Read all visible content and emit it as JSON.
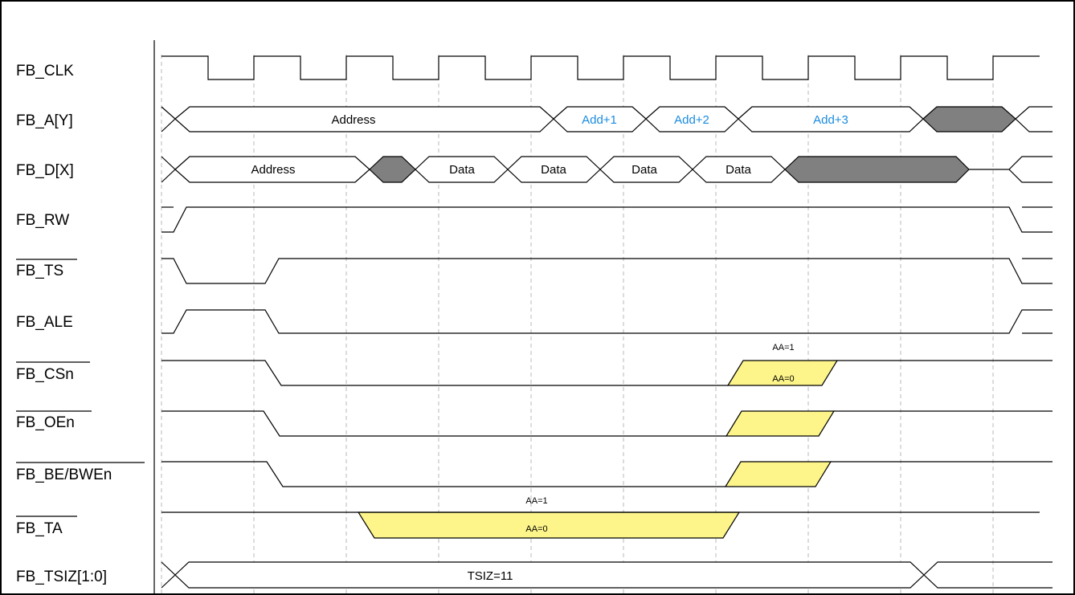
{
  "signals": [
    {
      "id": "clk",
      "label": "FB_CLK",
      "overbar": false
    },
    {
      "id": "addr",
      "label": "FB_A[Y]",
      "overbar": false
    },
    {
      "id": "data",
      "label": "FB_D[X]",
      "overbar": false
    },
    {
      "id": "rw",
      "label": "FB_RW",
      "overbar": false
    },
    {
      "id": "ts",
      "label": "FB_TS",
      "overbar": true
    },
    {
      "id": "ale",
      "label": "FB_ALE",
      "overbar": false
    },
    {
      "id": "cs",
      "label": "FB_CSn",
      "overbar": true
    },
    {
      "id": "oe",
      "label": "FB_OEn",
      "overbar": true
    },
    {
      "id": "be",
      "label": "FB_BE/BWEn",
      "overbar": true
    },
    {
      "id": "ta",
      "label": "FB_TA",
      "overbar": true
    },
    {
      "id": "tsiz",
      "label": "FB_TSIZ[1:0]",
      "overbar": false
    }
  ],
  "address_bus": [
    "Address",
    "Add+1",
    "Add+2",
    "Add+3"
  ],
  "data_bus": [
    "Address",
    "Data",
    "Data",
    "Data",
    "Data"
  ],
  "annotations": {
    "cs_aa1": "AA=1",
    "cs_aa0": "AA=0",
    "ta_aa1": "AA=1",
    "ta_aa0": "AA=0",
    "tsiz": "TSIZ=11"
  },
  "colors": {
    "highlight": "#fdf58a",
    "undefined_bus": "#808080",
    "burst_address_text": "#1a8be0"
  }
}
